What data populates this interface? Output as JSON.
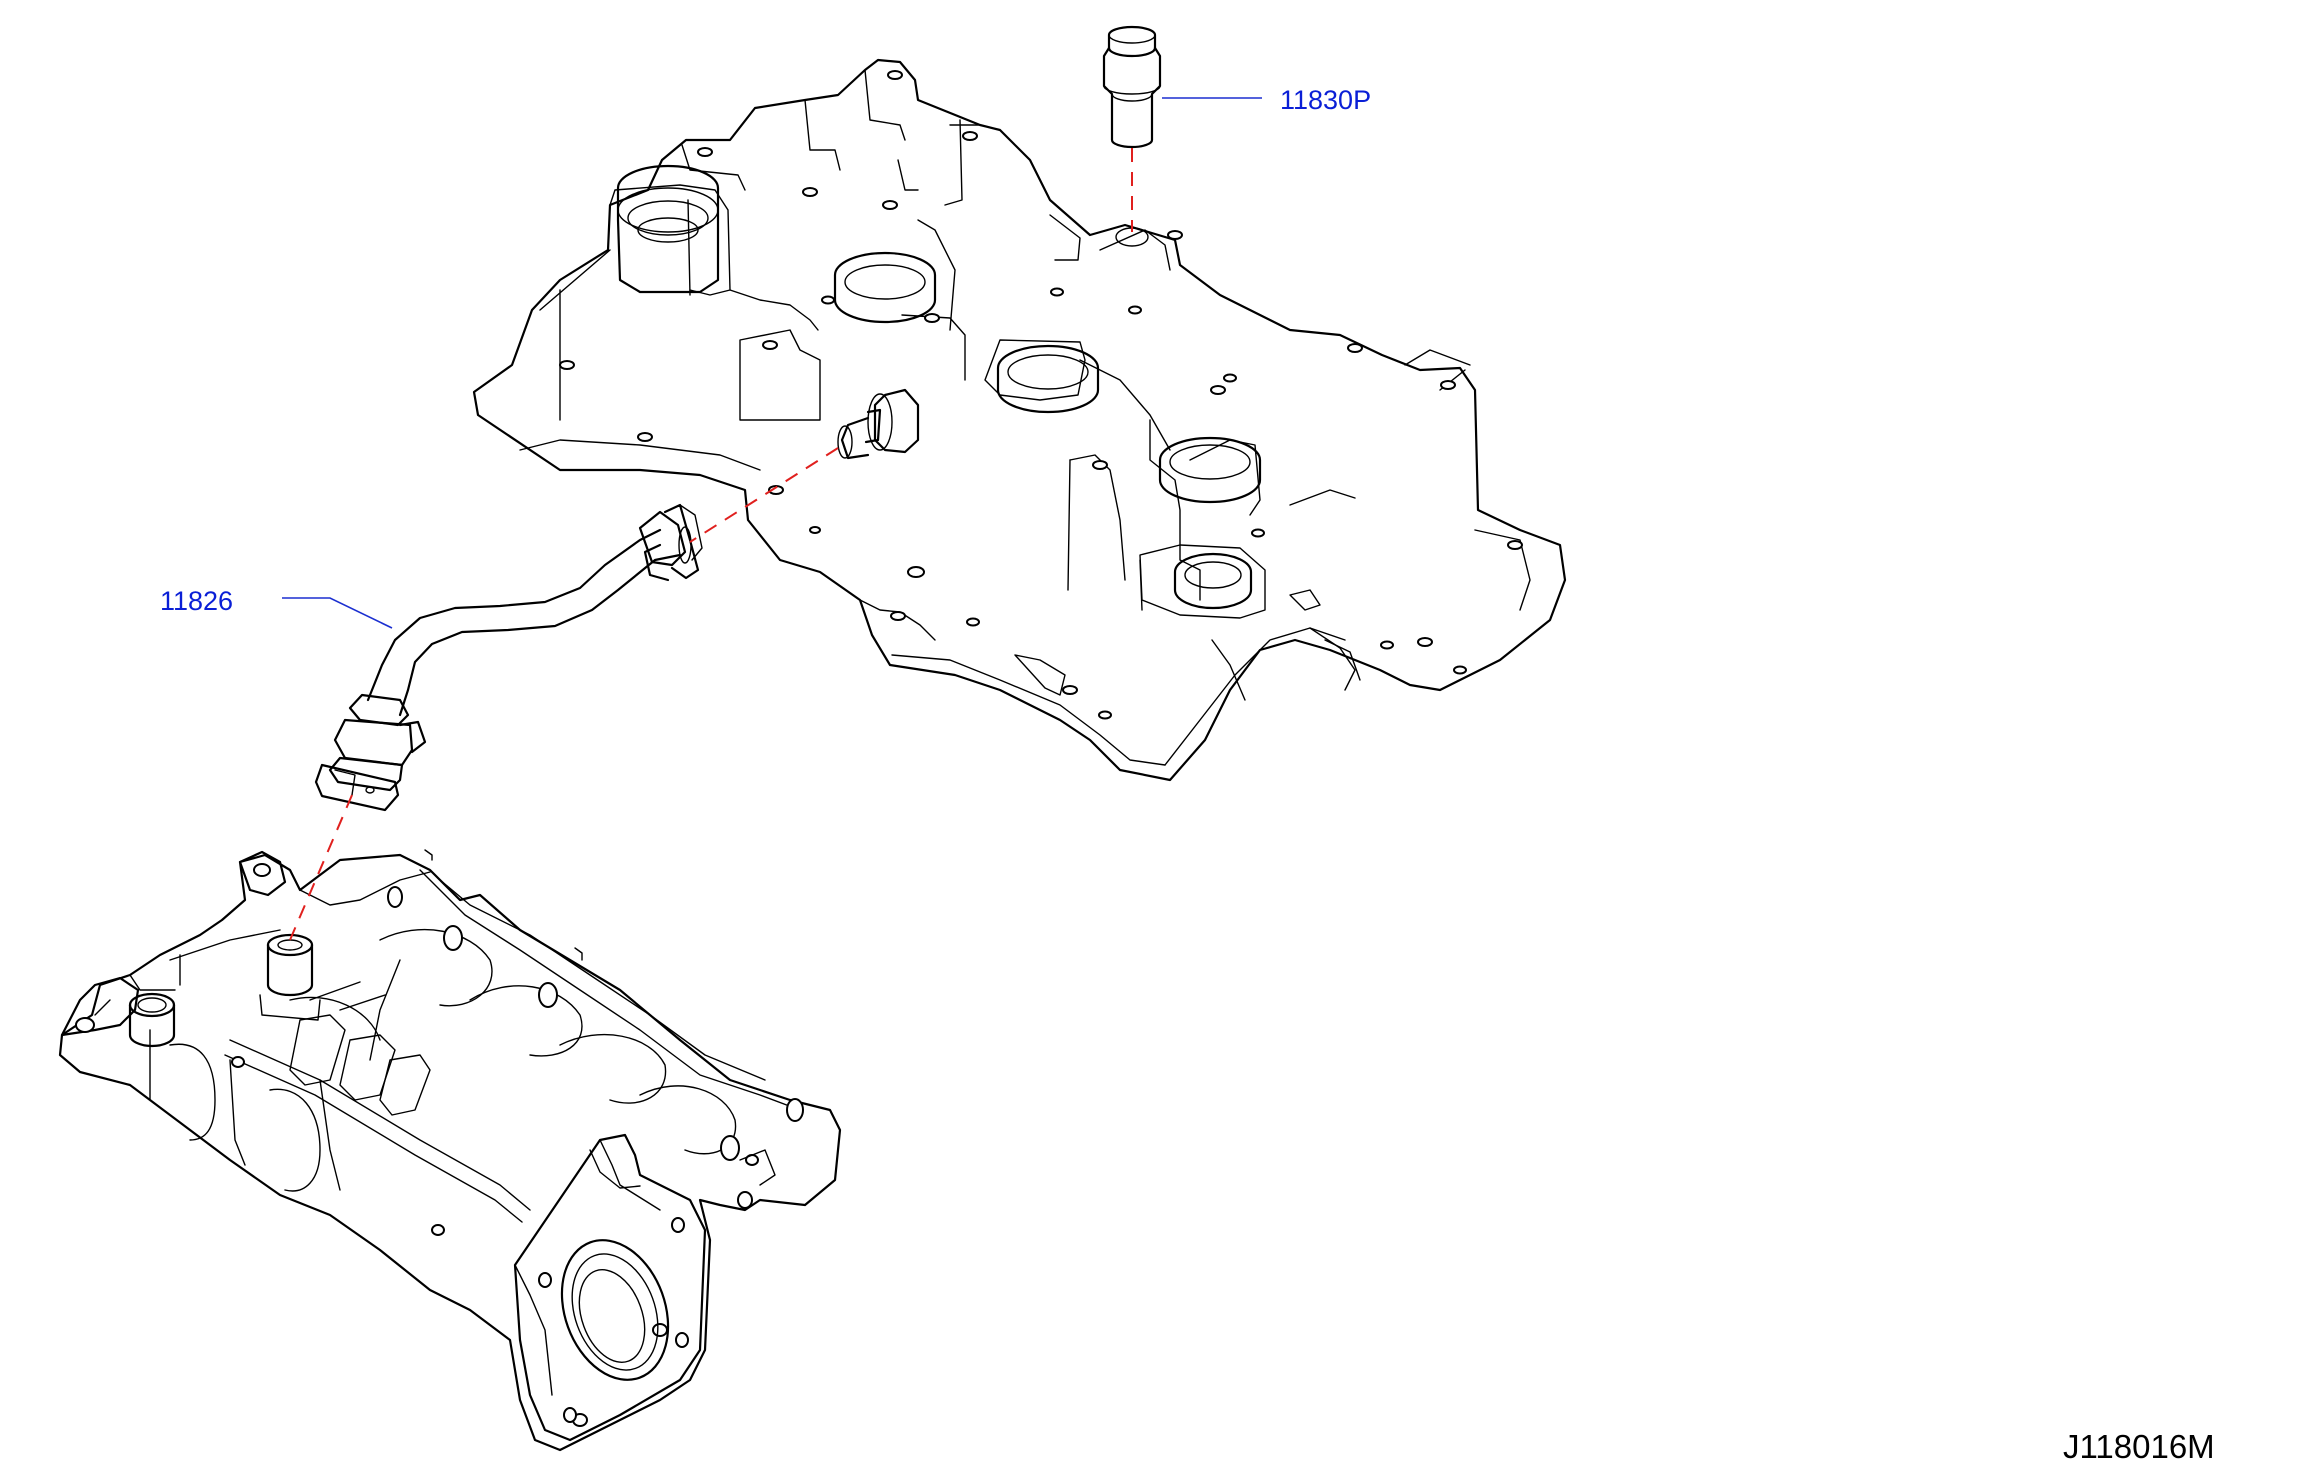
{
  "callouts": {
    "pcv_valve": "11830P",
    "blowby_hose": "11826"
  },
  "diagram_code": "J118016M",
  "colors": {
    "callout_text": "#0a1fd6",
    "leader_line": "#1b2fd0",
    "alignment_dash": "#e0201e",
    "linework": "#000000"
  }
}
